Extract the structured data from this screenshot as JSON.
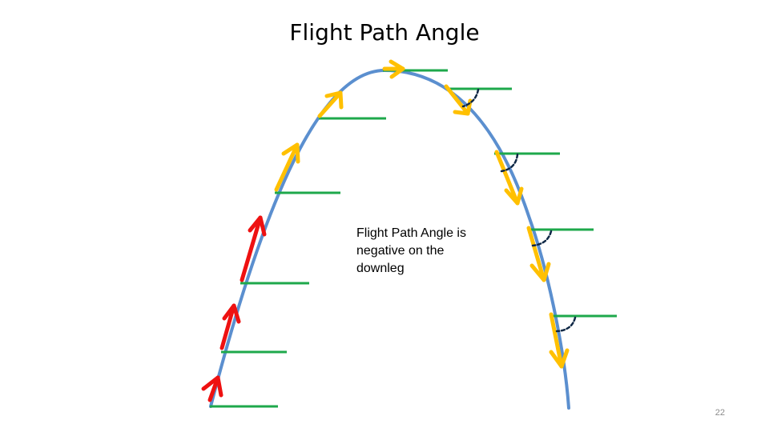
{
  "slide": {
    "title": "Flight Path Angle",
    "annotation": "Flight Path Angle is negative on the downleg",
    "slide_number": "22"
  },
  "colors": {
    "trajectory": "#5b8fcf",
    "horizon": "#1ea84b",
    "up_arrow": "#ee1111",
    "velocity_arrow": "#ffc000",
    "angle_arc": "#0f2846"
  },
  "icons": [
    "velocity-arrow-icon",
    "angle-arc-icon",
    "horizon-line-icon"
  ]
}
